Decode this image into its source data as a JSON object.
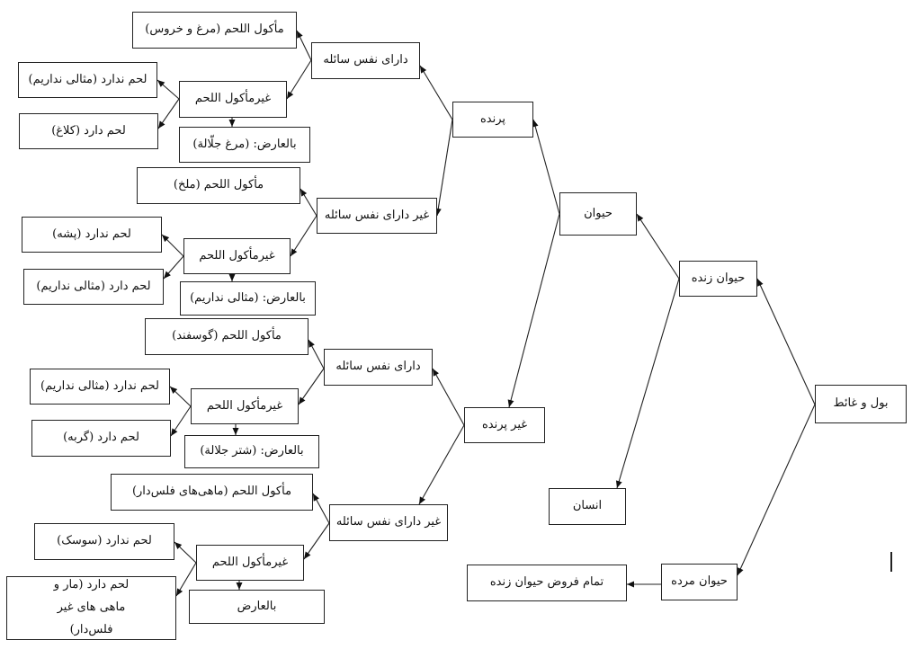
{
  "nodes": {
    "a1": "مأکول اللحم (مرغ و خروس)",
    "a2": "دارای نفس سائله",
    "a3": "لحم ندارد (مثالی نداریم)",
    "a4": "غیرمأکول اللحم",
    "a5": "لحم دارد (کلاغ)",
    "a6": "بالعارض: (مرغ جلّالة)",
    "a7": "مأکول اللحم (ملخ)",
    "a8": "غیر دارای نفس سائله",
    "a9": "لحم ندارد (پشه)",
    "a10": "غیرمأکول اللحم",
    "a11": "لحم دارد (مثالی نداریم)",
    "a12": "بالعارض: (مثالی نداریم)",
    "b1": "مأکول اللحم (گوسفند)",
    "b2": "دارای نفس سائله",
    "b3": "لحم ندارد (مثالی نداریم)",
    "b4": "غیرمأکول اللحم",
    "b5": "لحم دارد (گربه)",
    "b6": "بالعارض: (شتر جلالة)",
    "b7": "مأکول اللحم (ماهی‌های فلس‌دار)",
    "b8": "غیر دارای نفس سائله",
    "b9": "لحم ندارد (سوسک)",
    "b10": "غیرمأکول اللحم",
    "b11": "لحم دارد (مار و ماهی های غیر فلس‌دار)",
    "b12": "بالعارض",
    "bird": "پرنده",
    "animal": "حیوان",
    "nonbird": "غیر پرنده",
    "living": "حیوان زنده",
    "root": "بول و غائط",
    "human": "انسان",
    "dead": "حیوان مرده",
    "allcases": "تمام فروض حیوان زنده"
  }
}
